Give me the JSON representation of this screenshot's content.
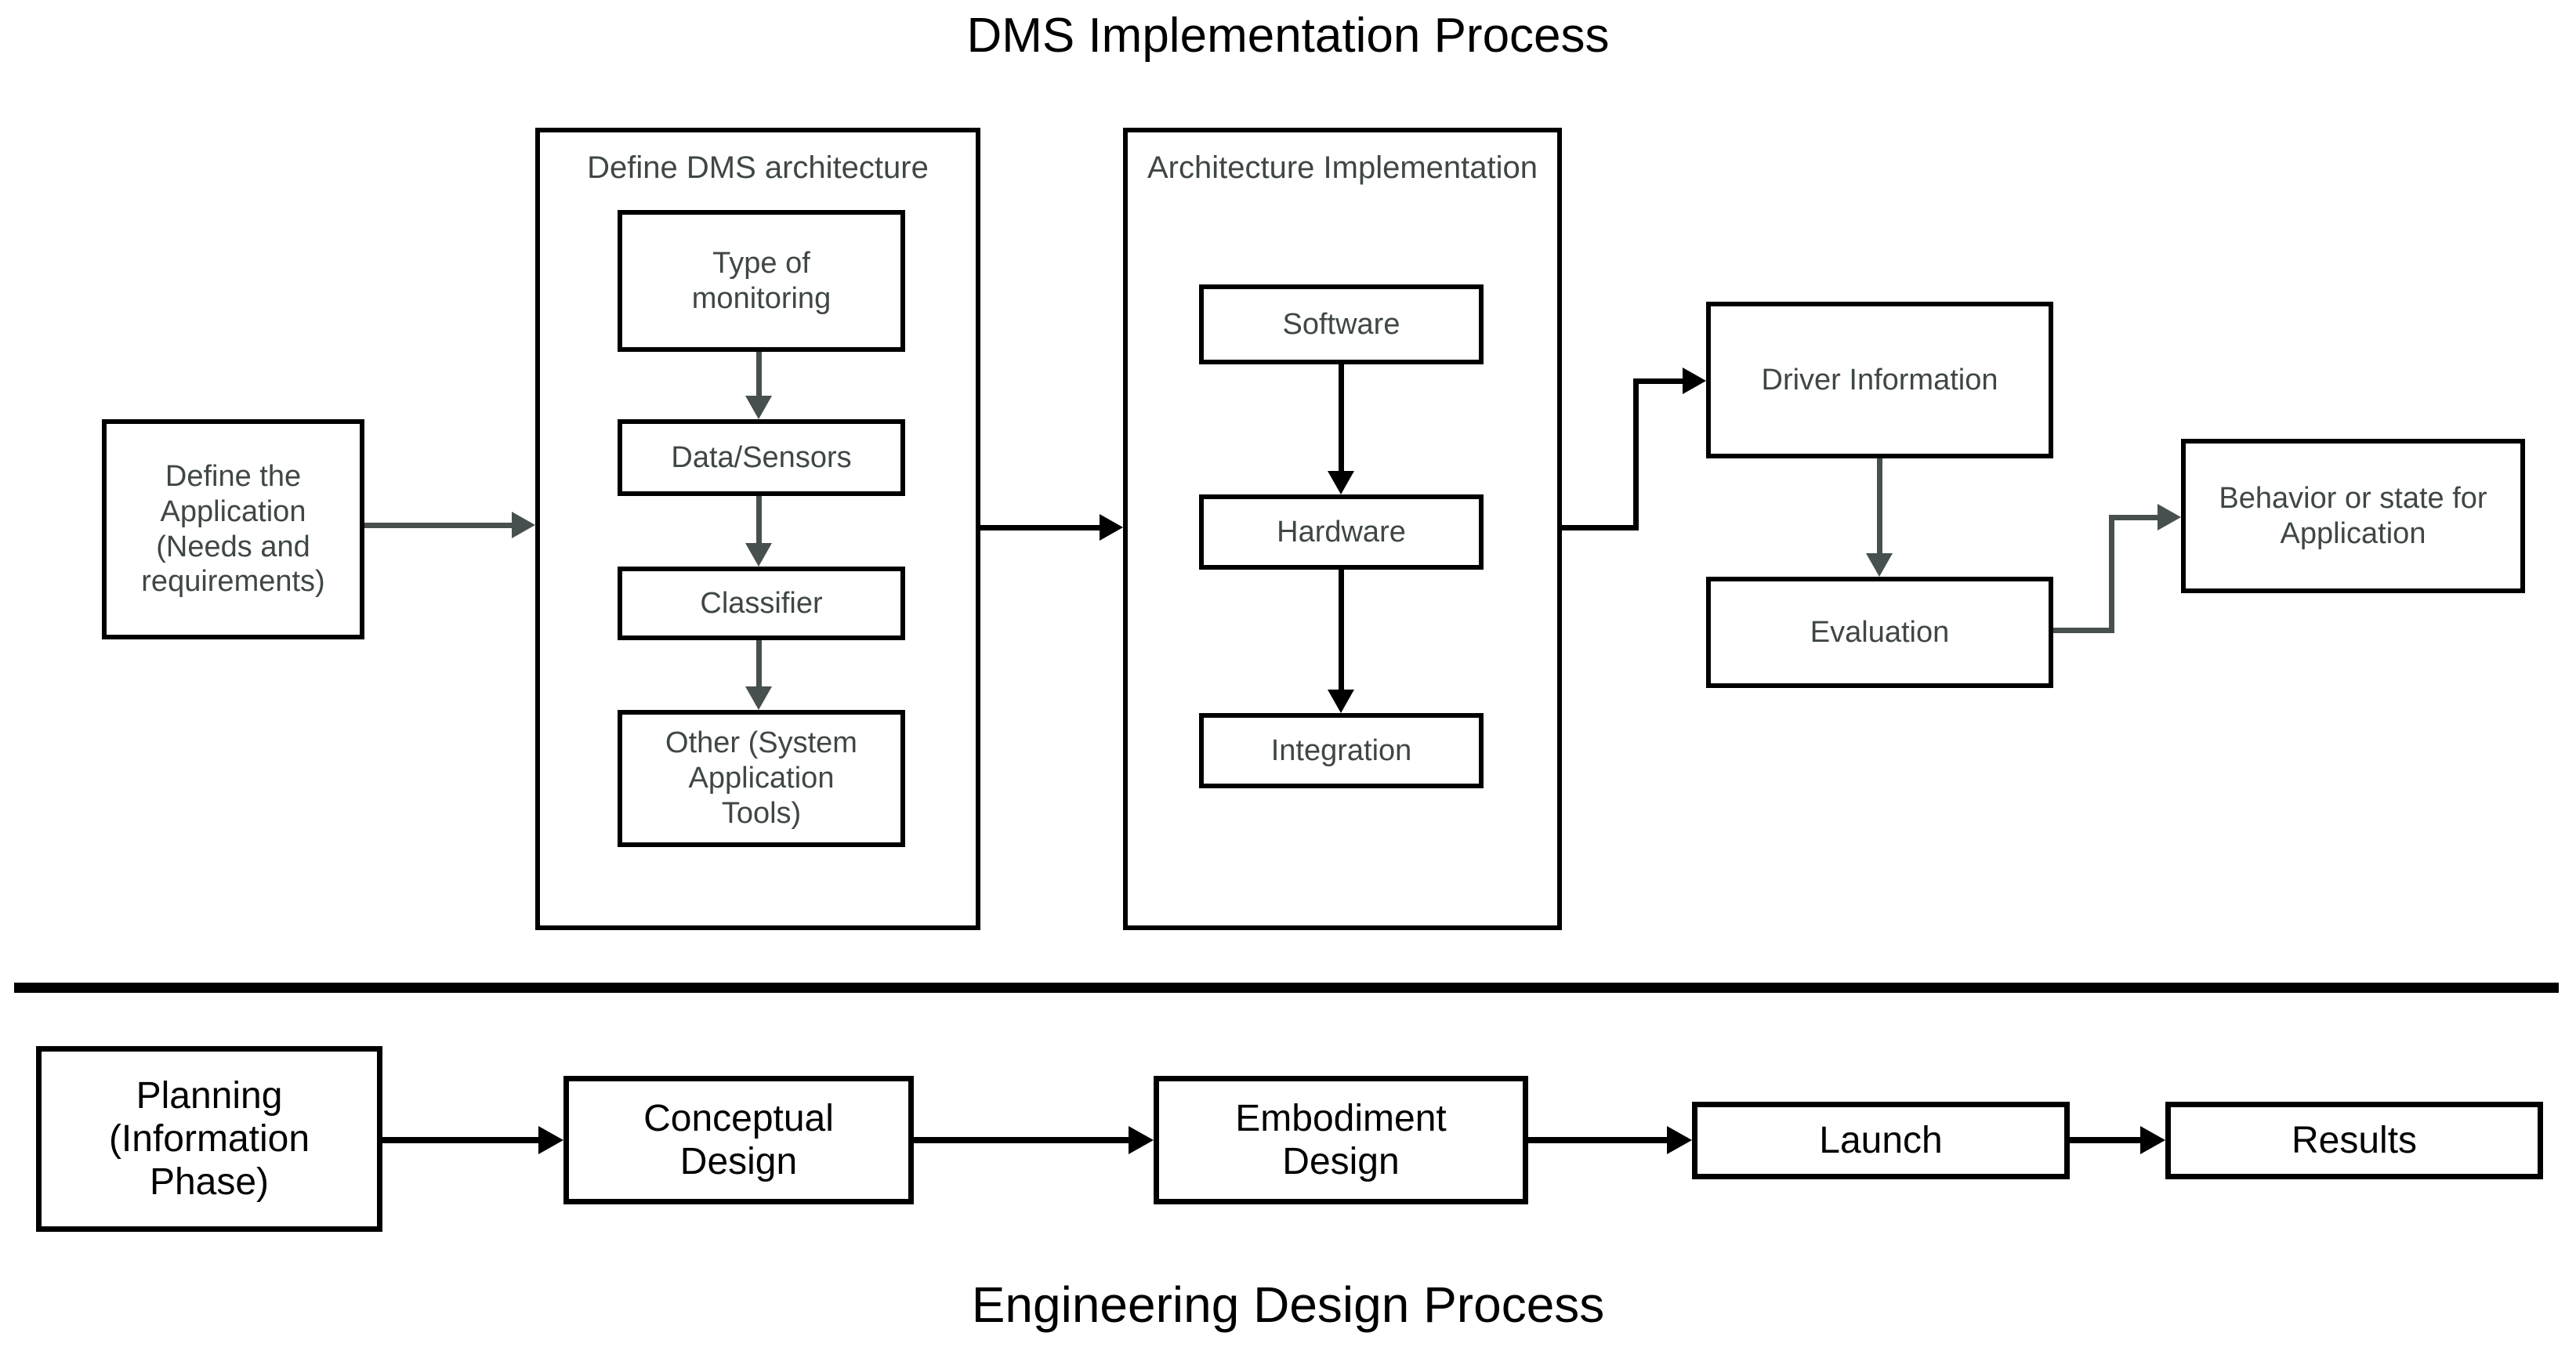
{
  "headers": {
    "top_title": "DMS Implementation Process",
    "bottom_title": "Engineering Design Process"
  },
  "colors": {
    "background": "#ffffff",
    "line_black": "#000000",
    "box_text_gray": "#3f4745",
    "arrow_gray": "#47504e"
  },
  "dms_process": {
    "define_application": "Define the Application (Needs and requirements)",
    "define_architecture": {
      "title": "Define DMS architecture",
      "steps": [
        "Type of monitoring",
        "Data/Sensors",
        "Classifier",
        "Other (System Application Tools)"
      ]
    },
    "architecture_implementation": {
      "title": "Architecture Implementation",
      "steps": [
        "Software",
        "Hardware",
        "Integration"
      ]
    },
    "driver_information": "Driver Information",
    "evaluation": "Evaluation",
    "behavior_or_state": "Behavior or state for Application"
  },
  "engineering_process": {
    "steps": [
      "Planning (Information Phase)",
      "Conceptual Design",
      "Embodiment Design",
      "Launch",
      "Results"
    ]
  }
}
